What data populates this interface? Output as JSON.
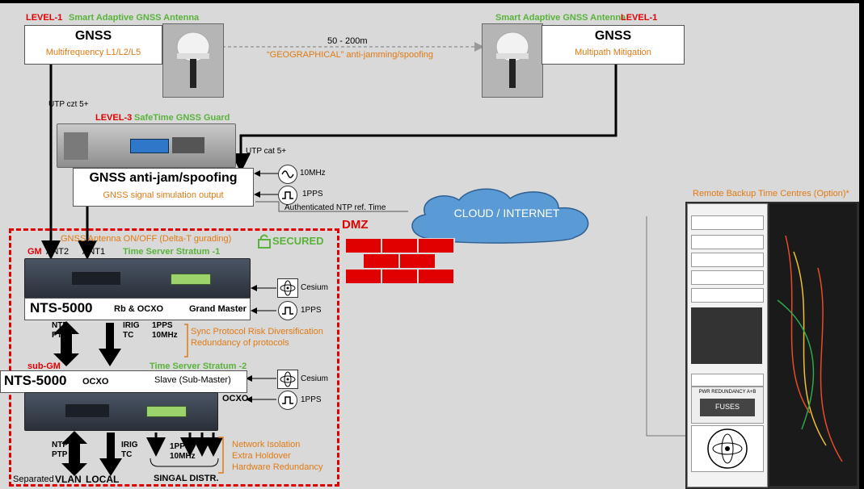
{
  "antenna_left": {
    "level": "LEVEL-1",
    "title": "Smart Adaptive GNSS Antenna",
    "gnss_label": "GNSS",
    "subtitle": "Multifrequency L1/L2/L5"
  },
  "antenna_right": {
    "level": "LEVEL-1",
    "title": "Smart Adaptive GNSS Antenna",
    "gnss_label": "GNSS",
    "subtitle": "Multipath Mitigation"
  },
  "link": {
    "distance": "50 - 200m",
    "geographical": "“GEOGRAPHICAL” anti-jamming/spoofing"
  },
  "cables": {
    "left": "UTP czt 5+",
    "right": "UTP cat 5+"
  },
  "guard": {
    "level": "LEVEL-3",
    "title": "SafeTime GNSS Guard",
    "box_title": "GNSS anti-jam/spoofing",
    "box_subtitle": "GNSS  signal simulation output",
    "input_10mhz": "10MHz",
    "input_1pps": "1PPS"
  },
  "cloud": {
    "label": "CLOUD / INTERNET",
    "ntp_ref": "Authenticated NTP ref. Time"
  },
  "dmz": {
    "label": "DMZ"
  },
  "secured": {
    "antenna_onoff": "GNSS    Antenna  ON/OFF (Delta-T gurading)",
    "label": "SECURED"
  },
  "gm": {
    "tag": "GM",
    "ant2": "ANT2",
    "ant1": "ANT1",
    "stratum": "Time Server Stratum -1",
    "model": "NTS-5000",
    "variant": "Rb & OCXO",
    "role": "Grand Master",
    "input_cesium": "Cesium",
    "input_1pps": "1PPS"
  },
  "links": {
    "ntp": "NTP",
    "ptp": "PTP",
    "irig": "IRIG",
    "tc": "TC",
    "pps": "1PPS",
    "mhz": "10MHz",
    "note1": "Sync Protocol Risk Diversification",
    "note2": "Redundancy of protocols"
  },
  "subgm": {
    "tag": "sub-GM",
    "stratum": "Time Server Stratum -2",
    "model": "NTS-5000",
    "variant": "OCXO",
    "role": "Slave (Sub-Master)",
    "ocxo": "OCXO",
    "input_cesium": "Cesium",
    "input_1pps": "1PPS"
  },
  "outputs": {
    "ntp": "NTP",
    "ptp": "PTP",
    "irig": "IRIG",
    "tc": "TC",
    "pps": "1PPS",
    "mhz": "10MHz",
    "note1": "Network Isolation",
    "note2": "Extra Holdover",
    "note3": "Hardware Redundancy",
    "separated": "Separated",
    "vlan": "VLAN",
    "local": "LOCAL",
    "signal_distr": "SINGAL DISTR."
  },
  "remote": {
    "label": "Remote Backup Time Centres (Option)*",
    "pwr": "PWR REDUNDANCY A+B",
    "fuses": "FUSES"
  }
}
